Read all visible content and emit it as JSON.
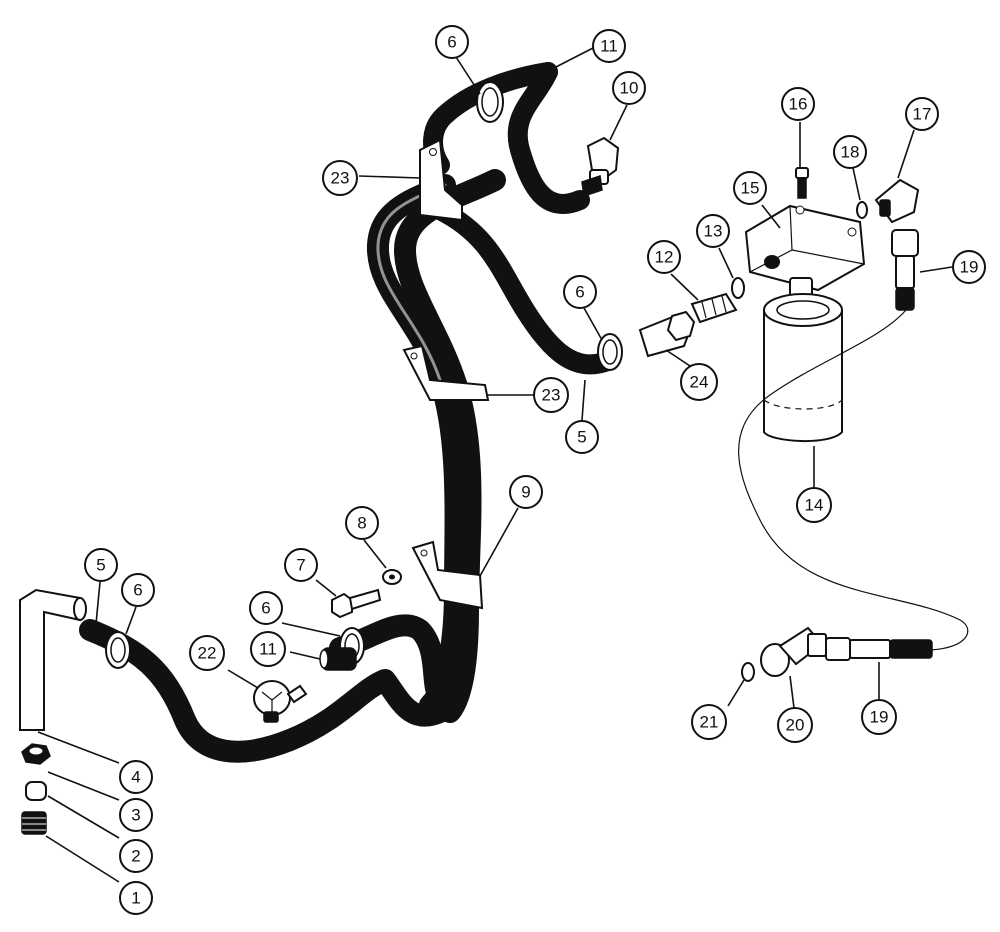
{
  "callouts": [
    {
      "id": "c6a",
      "label": "6"
    },
    {
      "id": "c11a",
      "label": "11"
    },
    {
      "id": "c10",
      "label": "10"
    },
    {
      "id": "c23a",
      "label": "23"
    },
    {
      "id": "c16",
      "label": "16"
    },
    {
      "id": "c17",
      "label": "17"
    },
    {
      "id": "c18",
      "label": "18"
    },
    {
      "id": "c15",
      "label": "15"
    },
    {
      "id": "c13",
      "label": "13"
    },
    {
      "id": "c12",
      "label": "12"
    },
    {
      "id": "c19a",
      "label": "19"
    },
    {
      "id": "c6b",
      "label": "6"
    },
    {
      "id": "c24",
      "label": "24"
    },
    {
      "id": "c23b",
      "label": "23"
    },
    {
      "id": "c5a",
      "label": "5"
    },
    {
      "id": "c14",
      "label": "14"
    },
    {
      "id": "c9",
      "label": "9"
    },
    {
      "id": "c8",
      "label": "8"
    },
    {
      "id": "c7",
      "label": "7"
    },
    {
      "id": "c5b",
      "label": "5"
    },
    {
      "id": "c6c",
      "label": "6"
    },
    {
      "id": "c6d",
      "label": "6"
    },
    {
      "id": "c22",
      "label": "22"
    },
    {
      "id": "c11b",
      "label": "11"
    },
    {
      "id": "c21",
      "label": "21"
    },
    {
      "id": "c20",
      "label": "20"
    },
    {
      "id": "c19b",
      "label": "19"
    },
    {
      "id": "c4",
      "label": "4"
    },
    {
      "id": "c3",
      "label": "3"
    },
    {
      "id": "c2",
      "label": "2"
    },
    {
      "id": "c1",
      "label": "1"
    }
  ],
  "colors": {
    "ink": "#111111",
    "paper": "#ffffff"
  }
}
